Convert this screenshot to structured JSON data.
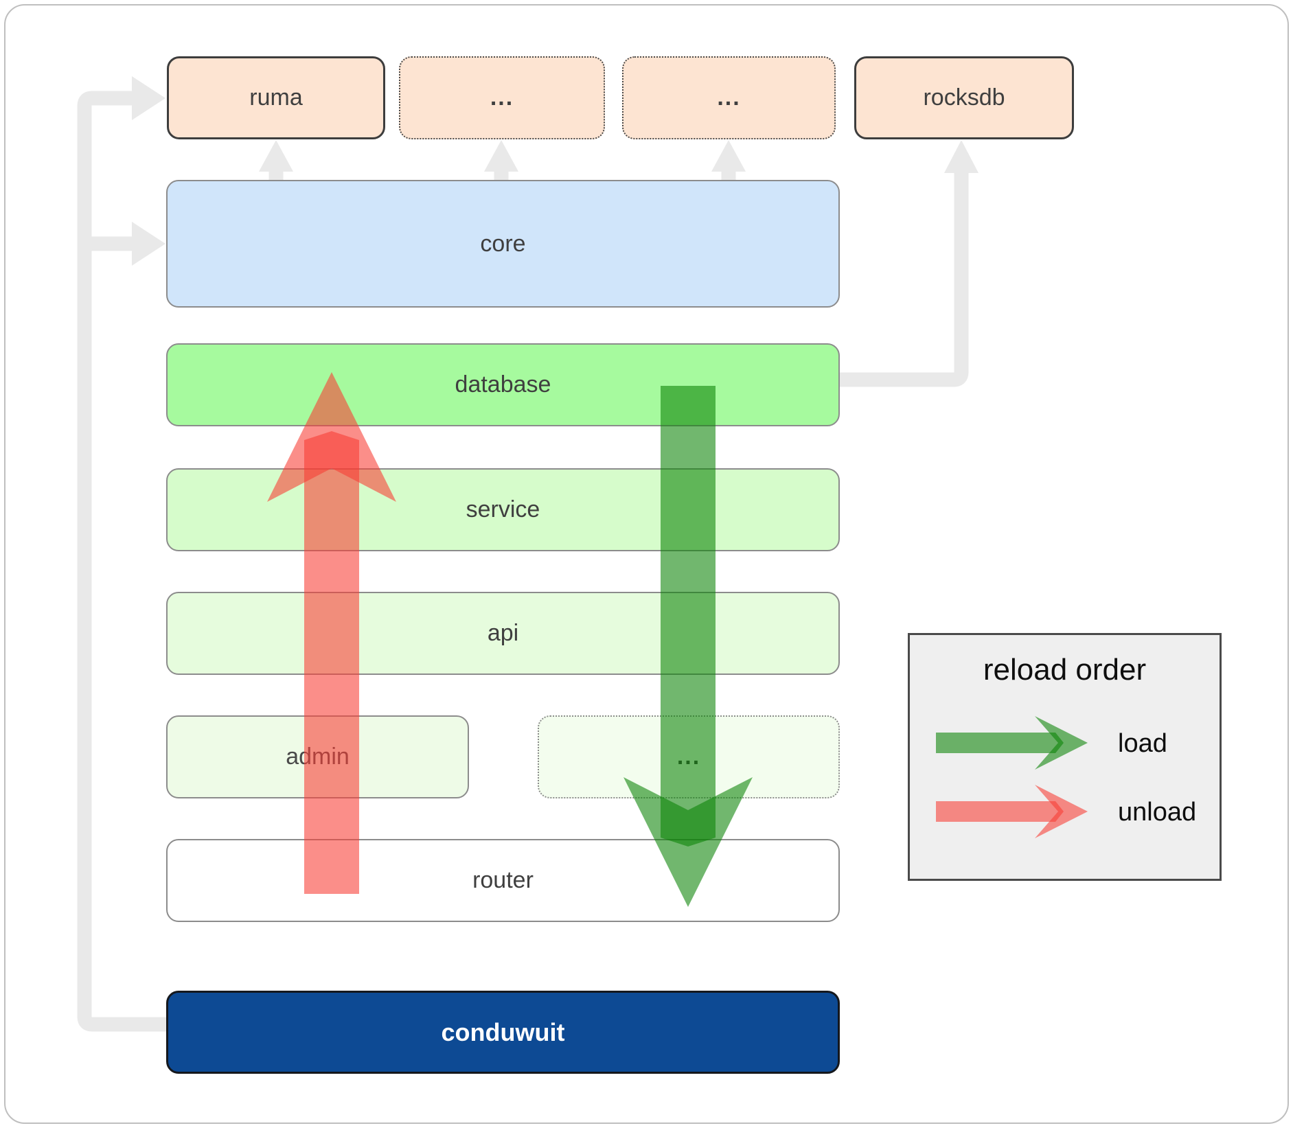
{
  "nodes": {
    "ruma": "ruma",
    "crates_dots_1": "...",
    "crates_dots_2": "...",
    "rocksdb": "rocksdb",
    "core": "core",
    "database": "database",
    "service": "service",
    "api": "api",
    "admin": "admin",
    "admin_dots": "...",
    "router": "router",
    "conduwuit": "conduwuit"
  },
  "legend": {
    "title": "reload order",
    "load_label": "load",
    "unload_label": "unload"
  },
  "colors": {
    "load_arrow": "#0b8305",
    "unload_arrow": "#f83c34",
    "crate_fill": "#fde4d2",
    "core_fill": "#d0e5fa",
    "database_fill": "#a6fa9e",
    "service_fill": "#d6fccb",
    "api_fill": "#e6fcdd",
    "admin_fill": "#eefbe7",
    "router_fill": "#ffffff",
    "conduwuit_fill": "#0d4a94",
    "connector": "#e9e9e9",
    "legend_bg": "#efefef"
  }
}
